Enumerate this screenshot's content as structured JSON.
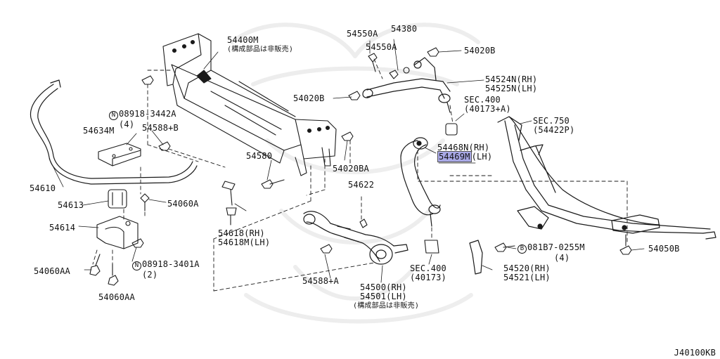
{
  "diagram_id": "J40100KB",
  "notes": {
    "not_sold_separately": "(構成部品は非販売)"
  },
  "callouts": {
    "p54400M": "54400M",
    "p54400M_note": "(構成部品は非販売)",
    "p54550A_a": "54550A",
    "p54550A_b": "54550A",
    "p54380": "54380",
    "p54020B_top": "54020B",
    "p54524N": "54524N(RH)",
    "p54525N": "54525N(LH)",
    "p54020B_mid": "54020B",
    "sec400_top": "SEC.400",
    "sec400_top_ref": "(40173+A)",
    "sec750": "SEC.750",
    "sec750_ref": "(54422P)",
    "n08918_3442A_letter": "N",
    "n08918_3442A": "08918-3442A",
    "n08918_3442A_qty": "(4)",
    "p54634M": "54634M",
    "p54588B": "54588+B",
    "p54580": "54580",
    "p54020BA": "54020BA",
    "p54468N": "54468N(RH)",
    "p54469M": "54469M",
    "p54469M_side": "(LH)",
    "p54610": "54610",
    "p54622": "54622",
    "p54613": "54613",
    "p54060A": "54060A",
    "p54614": "54614",
    "p54618": "54618(RH)",
    "p54618M": "54618M(LH)",
    "n08918_3401A_letter": "N",
    "n08918_3401A": "08918-3401A",
    "n08918_3401A_qty": "(2)",
    "p54060AA_a": "54060AA",
    "p54060AA_b": "54060AA",
    "p54588A": "54588+A",
    "p54500": "54500(RH)",
    "p54501": "54501(LH)",
    "p54501_note": "(構成部品は非販売)",
    "sec400_bot": "SEC.400",
    "sec400_bot_ref": "(40173)",
    "b081B7_letter": "B",
    "b081B7": "081B7-0255M",
    "b081B7_qty": "(4)",
    "p54520": "54520(RH)",
    "p54521": "54521(LH)",
    "p54050B": "54050B"
  },
  "colors": {
    "line": "#1a1a1a",
    "highlight": "#a9a9e6",
    "background": "#ffffff"
  }
}
